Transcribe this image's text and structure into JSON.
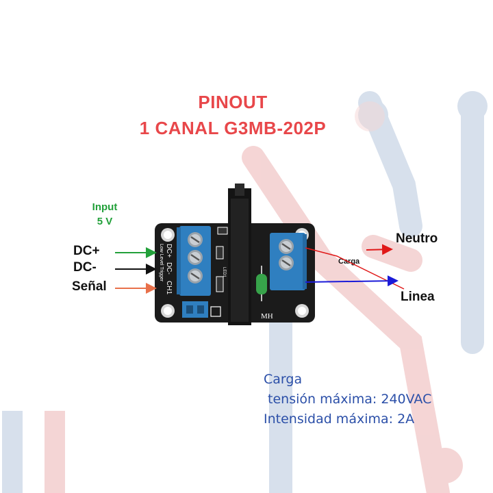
{
  "title": {
    "line1": "PINOUT",
    "line2": "1 CANAL G3MB-202P"
  },
  "input": {
    "line1": "Input",
    "line2": "5 V"
  },
  "pins": {
    "dc_plus": "DC+",
    "dc_minus": "DC-",
    "signal": "Señal"
  },
  "outputs": {
    "neutral": "Neutro",
    "load": "Carga",
    "line": "Linea"
  },
  "board": {
    "silk_dcplus": "DC+",
    "silk_dcminus": "DC-",
    "silk_ch1": "CH1",
    "silk_low": "Low Level Trigger",
    "silk_mh": "MH",
    "silk_led": "LED1"
  },
  "specs": {
    "line1": "Carga",
    "line2": " tensión máxima: 240VAC",
    "line3": "Intensidad máxima: 2A"
  },
  "colors": {
    "title": "#e8474a",
    "input": "#22a03a",
    "arrow_green": "#22a03a",
    "arrow_black": "#111111",
    "arrow_orange": "#e8704a",
    "arrow_red": "#e01818",
    "arrow_blue": "#1a1ad8",
    "terminal_blue": "#2f7fc0",
    "spec_text": "#2b4fa8"
  }
}
